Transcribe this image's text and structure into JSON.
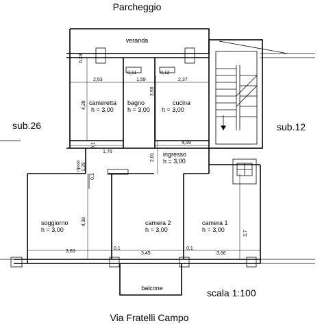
{
  "labels": {
    "parking": "Parcheggio",
    "street": "Via Fratelli Campo",
    "scale": "scala 1:100",
    "sub_left": "sub.26",
    "sub_right": "sub.12",
    "veranda": "veranda",
    "balcone": "balcone",
    "ripost": "ripost."
  },
  "rooms": {
    "cameretta": {
      "name": "cameretta",
      "height": "h = 3,00"
    },
    "bagno": {
      "name": "bagno",
      "height": "h = 3,00"
    },
    "cucina": {
      "name": "cucina",
      "height": "h = 3,00"
    },
    "ingresso": {
      "name": "ingresso",
      "height": "h = 3,00"
    },
    "soggiorno": {
      "name": "soggiorno",
      "height": "h = 3,00"
    },
    "camera2": {
      "name": "camera 2",
      "height": "h = 3,00"
    },
    "camera1": {
      "name": "camera 1",
      "height": "h = 3,00"
    }
  },
  "dimensions": {
    "d033": "0,33",
    "d253": "2,53",
    "d159": "1,59",
    "d237": "2,37",
    "d011": "0,11",
    "d012": "0,12",
    "d428": "4,28",
    "d356": "3,56",
    "d176": "1,76",
    "d201": "2,01",
    "d409": "4,09",
    "d01a": "0,1",
    "d129": "1,29",
    "d01b": "0,1",
    "d438": "4,38",
    "d37": "3,7",
    "d383": "3,83",
    "d01c": "0,1",
    "d345": "3,45",
    "d01d": "0,1",
    "d366": "3,66"
  }
}
